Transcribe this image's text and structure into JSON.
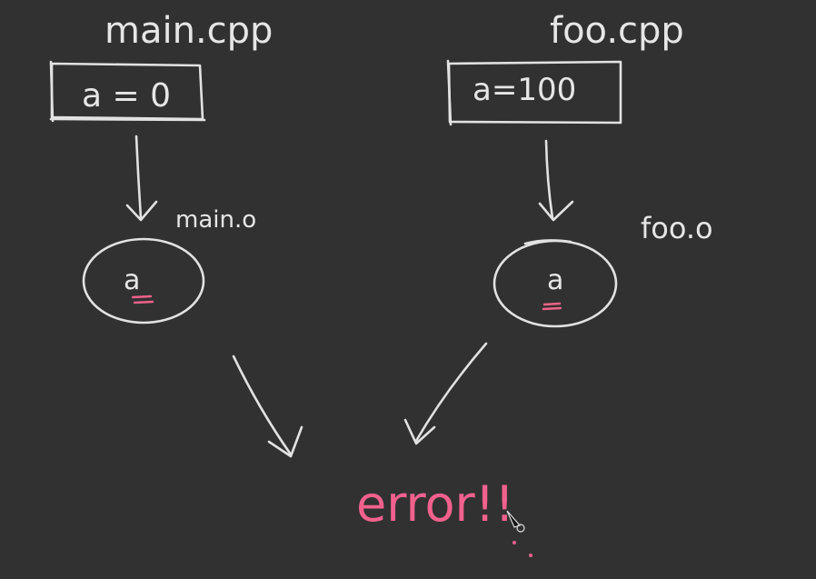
{
  "diagram": {
    "left": {
      "source_label": "main.cpp",
      "box_text": "a = 0",
      "object_label": "main.o",
      "symbol": "a"
    },
    "right": {
      "source_label": "foo.cpp",
      "box_text": "a=100",
      "object_label": "foo.o",
      "symbol": "a"
    },
    "result": "error!!"
  },
  "colors": {
    "background": "#313131",
    "chalk": "#e2e2e2",
    "highlight": "#f0628a"
  }
}
